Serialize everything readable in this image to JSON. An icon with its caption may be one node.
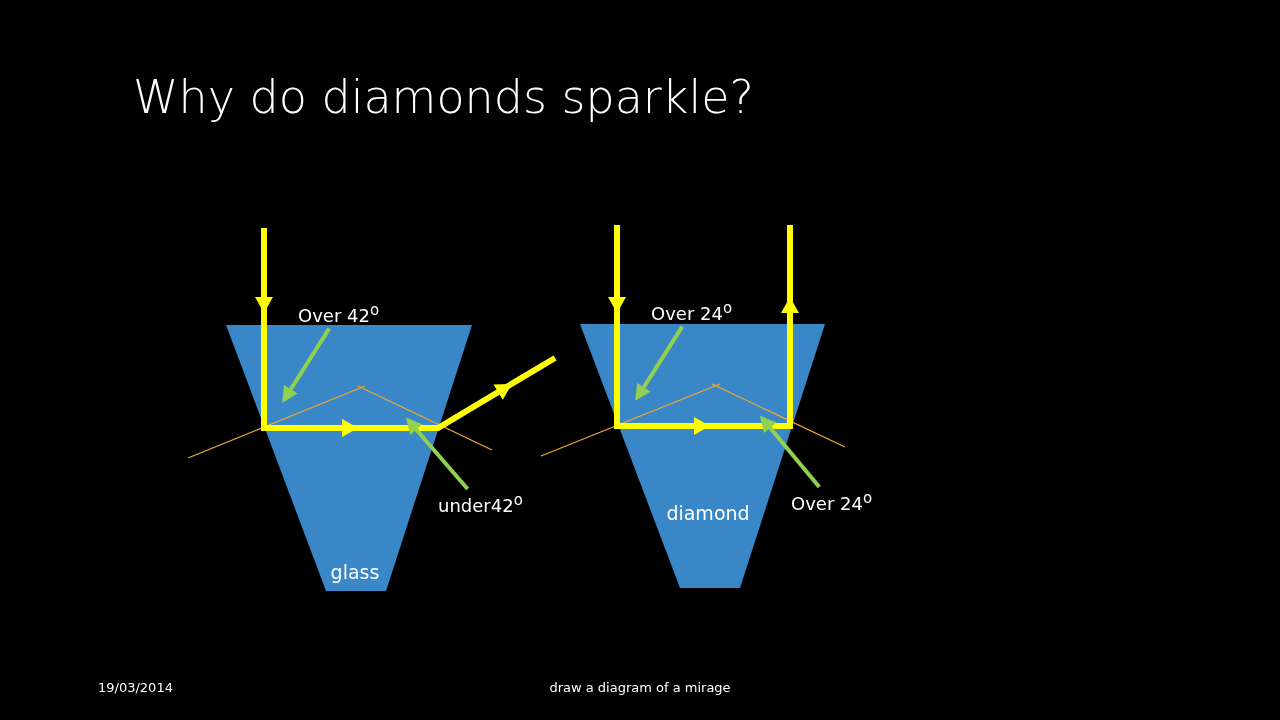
{
  "diagram": {
    "title": "Why do diamonds sparkle?",
    "nodes": [
      {
        "text": [
          "glass"
        ]
      },
      {
        "text": [
          "diamond"
        ]
      },
      {
        "text": [
          "Over 42$^{o}$"
        ]
      },
      {
        "text": [
          "under42$^{o}$"
        ]
      },
      {
        "text": [
          "Over 24$^{o}$"
        ]
      },
      {
        "text": [
          "Over 24$^{o}$"
        ]
      }
    ],
    "edges": [
      {
        "from": 2,
        "to": 0,
        "arrow": "to"
      },
      {
        "from": 3,
        "to": 0,
        "arrow": "to"
      },
      {
        "from": 4,
        "to": 1,
        "arrow": "to"
      },
      {
        "from": 5,
        "to": 1,
        "arrow": "to"
      }
    ],
    "labels": [
      "19/03/2014",
      "draw a diagram of a mirage"
    ]
  }
}
